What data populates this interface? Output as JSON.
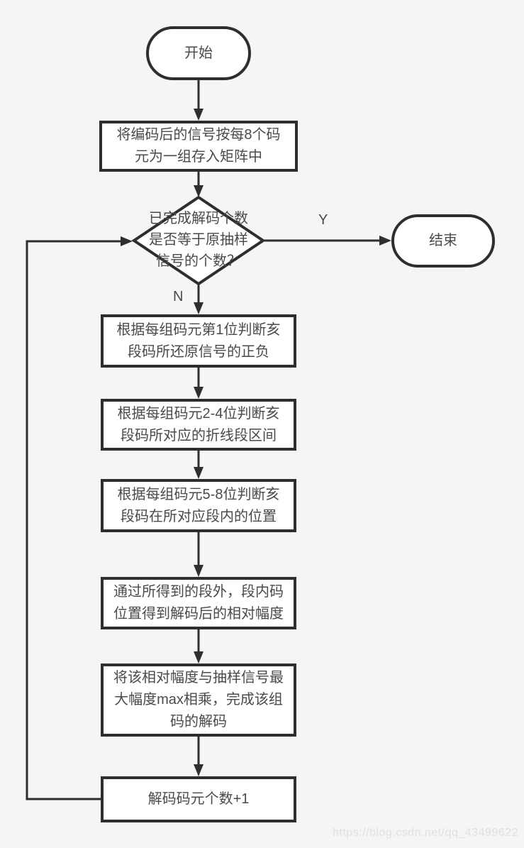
{
  "flowchart": {
    "start_label": "开始",
    "end_label": "结束",
    "decision_label": "已完成解码个数\n是否等于原抽样\n信号的个数？",
    "branch_yes": "Y",
    "branch_no": "N",
    "steps": [
      "将编码后的信号按每8个码\n元为一组存入矩阵中",
      "根据每组码元第1位判断亥\n段码所还原信号的正负",
      "根据每组码元2-4位判断亥\n段码所对应的折线段区间",
      "根据每组码元5-8位判断亥\n段码在所对应段内的位置",
      "通过所得到的段外，段内码\n位置得到解码后的相对幅度",
      "将该相对幅度与抽样信号最\n大幅度max相乘，完成该组\n码的解码",
      "解码码元个数+1"
    ]
  },
  "watermark": "https://blog.csdn.net/qq_43499622",
  "colors": {
    "background": "#f5f5f5",
    "node_fill": "#ffffff",
    "stroke": "#2e2e2e",
    "text": "#4a4a4a",
    "watermark_text": "#e0e0e0"
  }
}
